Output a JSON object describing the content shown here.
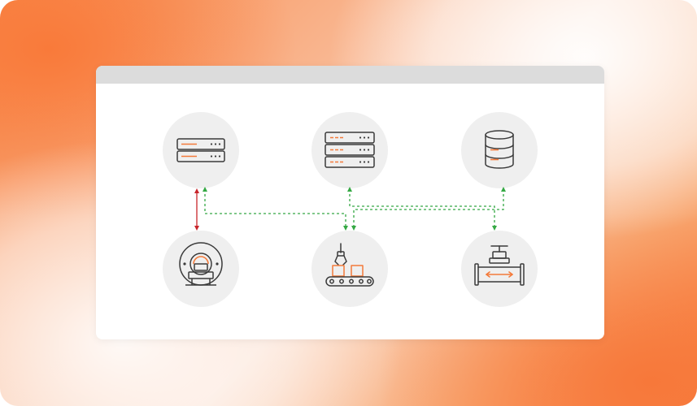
{
  "window": {
    "titlebar_color": "#dcdcdc"
  },
  "colors": {
    "accent": "#f47a3a",
    "node_bg": "#efefef",
    "icon_stroke": "#3a3a3a",
    "link_green": "#34a843",
    "link_red": "#c8252b"
  },
  "nodes": [
    {
      "id": "server-single",
      "icon": "server-rack-icon"
    },
    {
      "id": "server-stack",
      "icon": "server-stack-icon"
    },
    {
      "id": "database",
      "icon": "database-icon"
    },
    {
      "id": "mri-scanner",
      "icon": "mri-scanner-icon"
    },
    {
      "id": "conveyor",
      "icon": "robotic-conveyor-icon"
    },
    {
      "id": "valve",
      "icon": "pipe-valve-icon"
    }
  ],
  "links": [
    {
      "from": "server-single",
      "to": "mri-scanner",
      "style": "solid",
      "color": "red",
      "direction": "both"
    },
    {
      "from": "server-single",
      "to": "conveyor",
      "style": "dashed",
      "color": "green",
      "direction": "both"
    },
    {
      "from": "server-stack",
      "to": "valve",
      "style": "dashed",
      "color": "green",
      "direction": "both"
    },
    {
      "from": "database",
      "to": "conveyor",
      "style": "dashed",
      "color": "green",
      "direction": "both"
    }
  ]
}
